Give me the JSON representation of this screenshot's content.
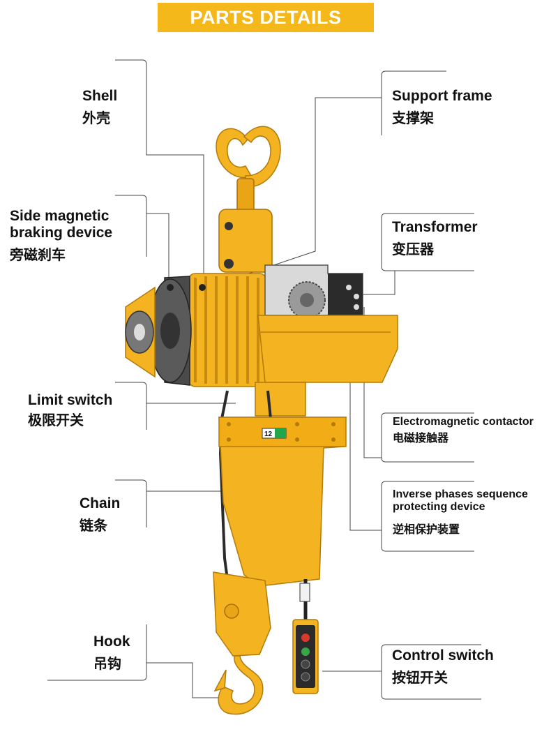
{
  "banner": {
    "title": "PARTS DETAILS"
  },
  "colors": {
    "accent": "#f5b81a",
    "hoist_body": "#f4b321",
    "hoist_dark": "#c98a10",
    "line": "#444444"
  },
  "labels": {
    "shell": {
      "en": "Shell",
      "zh": "外壳"
    },
    "side_brake": {
      "en1": "Side magnetic",
      "en2": "braking device",
      "zh": "旁磁刹车"
    },
    "limit_switch": {
      "en": "Limit switch",
      "zh": "极限开关"
    },
    "chain": {
      "en": "Chain",
      "zh": "链条"
    },
    "hook": {
      "en": "Hook",
      "zh": "吊钩"
    },
    "support_frame": {
      "en": "Support frame",
      "zh": "支撑架"
    },
    "transformer": {
      "en": "Transformer",
      "zh": "变压器"
    },
    "contactor": {
      "en": "Electromagnetic contactor",
      "zh": "电磁接触器"
    },
    "inverse_phase": {
      "en1": "Inverse phases sequence",
      "en2": "protecting device",
      "zh": "逆相保护装置"
    },
    "control_switch": {
      "en": "Control switch",
      "zh": "按钮开关"
    }
  },
  "hoist": {
    "plate_number": "12"
  }
}
